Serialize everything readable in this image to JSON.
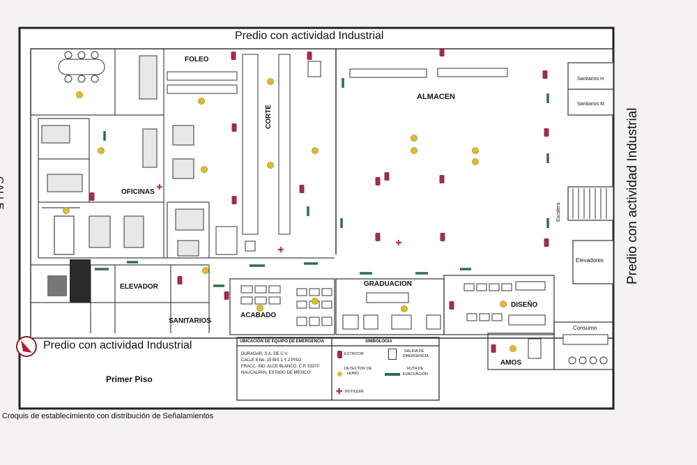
{
  "top_neighbor": "Predio con actividad Industrial",
  "right_neighbor": "Predio con actividad Industrial",
  "bottom_neighbor": "Predio con actividad Industrial",
  "street": "CALLE",
  "floor": "Primer Piso",
  "caption": "Croquis de establecimiento con distribución de Señalamientos",
  "rooms": {
    "foleo": "FOLEO",
    "corte": "CORTE",
    "almacen": "ALMACEN",
    "oficinas": "OFICINAS",
    "elevador": "ELEVADOR",
    "sanitarios": "SANITARIOS",
    "acabado": "ACABADO",
    "graduacion": "GRADUACION",
    "diseno": "DISEÑO",
    "amos": "AMOS",
    "sanitarios_h": "Sanitarios H",
    "sanitarios_m": "Sanitarios M",
    "escalera": "Escalera",
    "elevadores": "Elevadores",
    "consumo": "Consumo"
  },
  "legend": {
    "location_title": "UBICACIÓN DE EQUIPO DE EMERGENCIA",
    "company": "DURAGAR, S.A. DE C.V.",
    "address1": "CALLE 8 No. 15 BIS 1 Y 2 PISO",
    "address2": "FRACC. IND. ALCE BLANCO, C.P. 53370",
    "address3": "NAUCALPAN, ESTADO DE MÉXICO",
    "symbology_title": "SIMBOLOGIA",
    "extintor": "EXTINTOR",
    "detector1": "DETECTOR DE",
    "detector2": "HUMO",
    "botiquin": "BOTIQUIN",
    "salida1": "SALIDA DE",
    "salida2": "EMERGENCIA",
    "ruta1": "RUTA DE",
    "ruta2": "EVACUACIÓN"
  },
  "colors": {
    "extinguisher": "#9c2f4a",
    "smoke_detector": "#e3bc2c",
    "evacuation_route": "#2f6e46",
    "first_aid": "#c8313c",
    "line": "#2a2a2a"
  }
}
